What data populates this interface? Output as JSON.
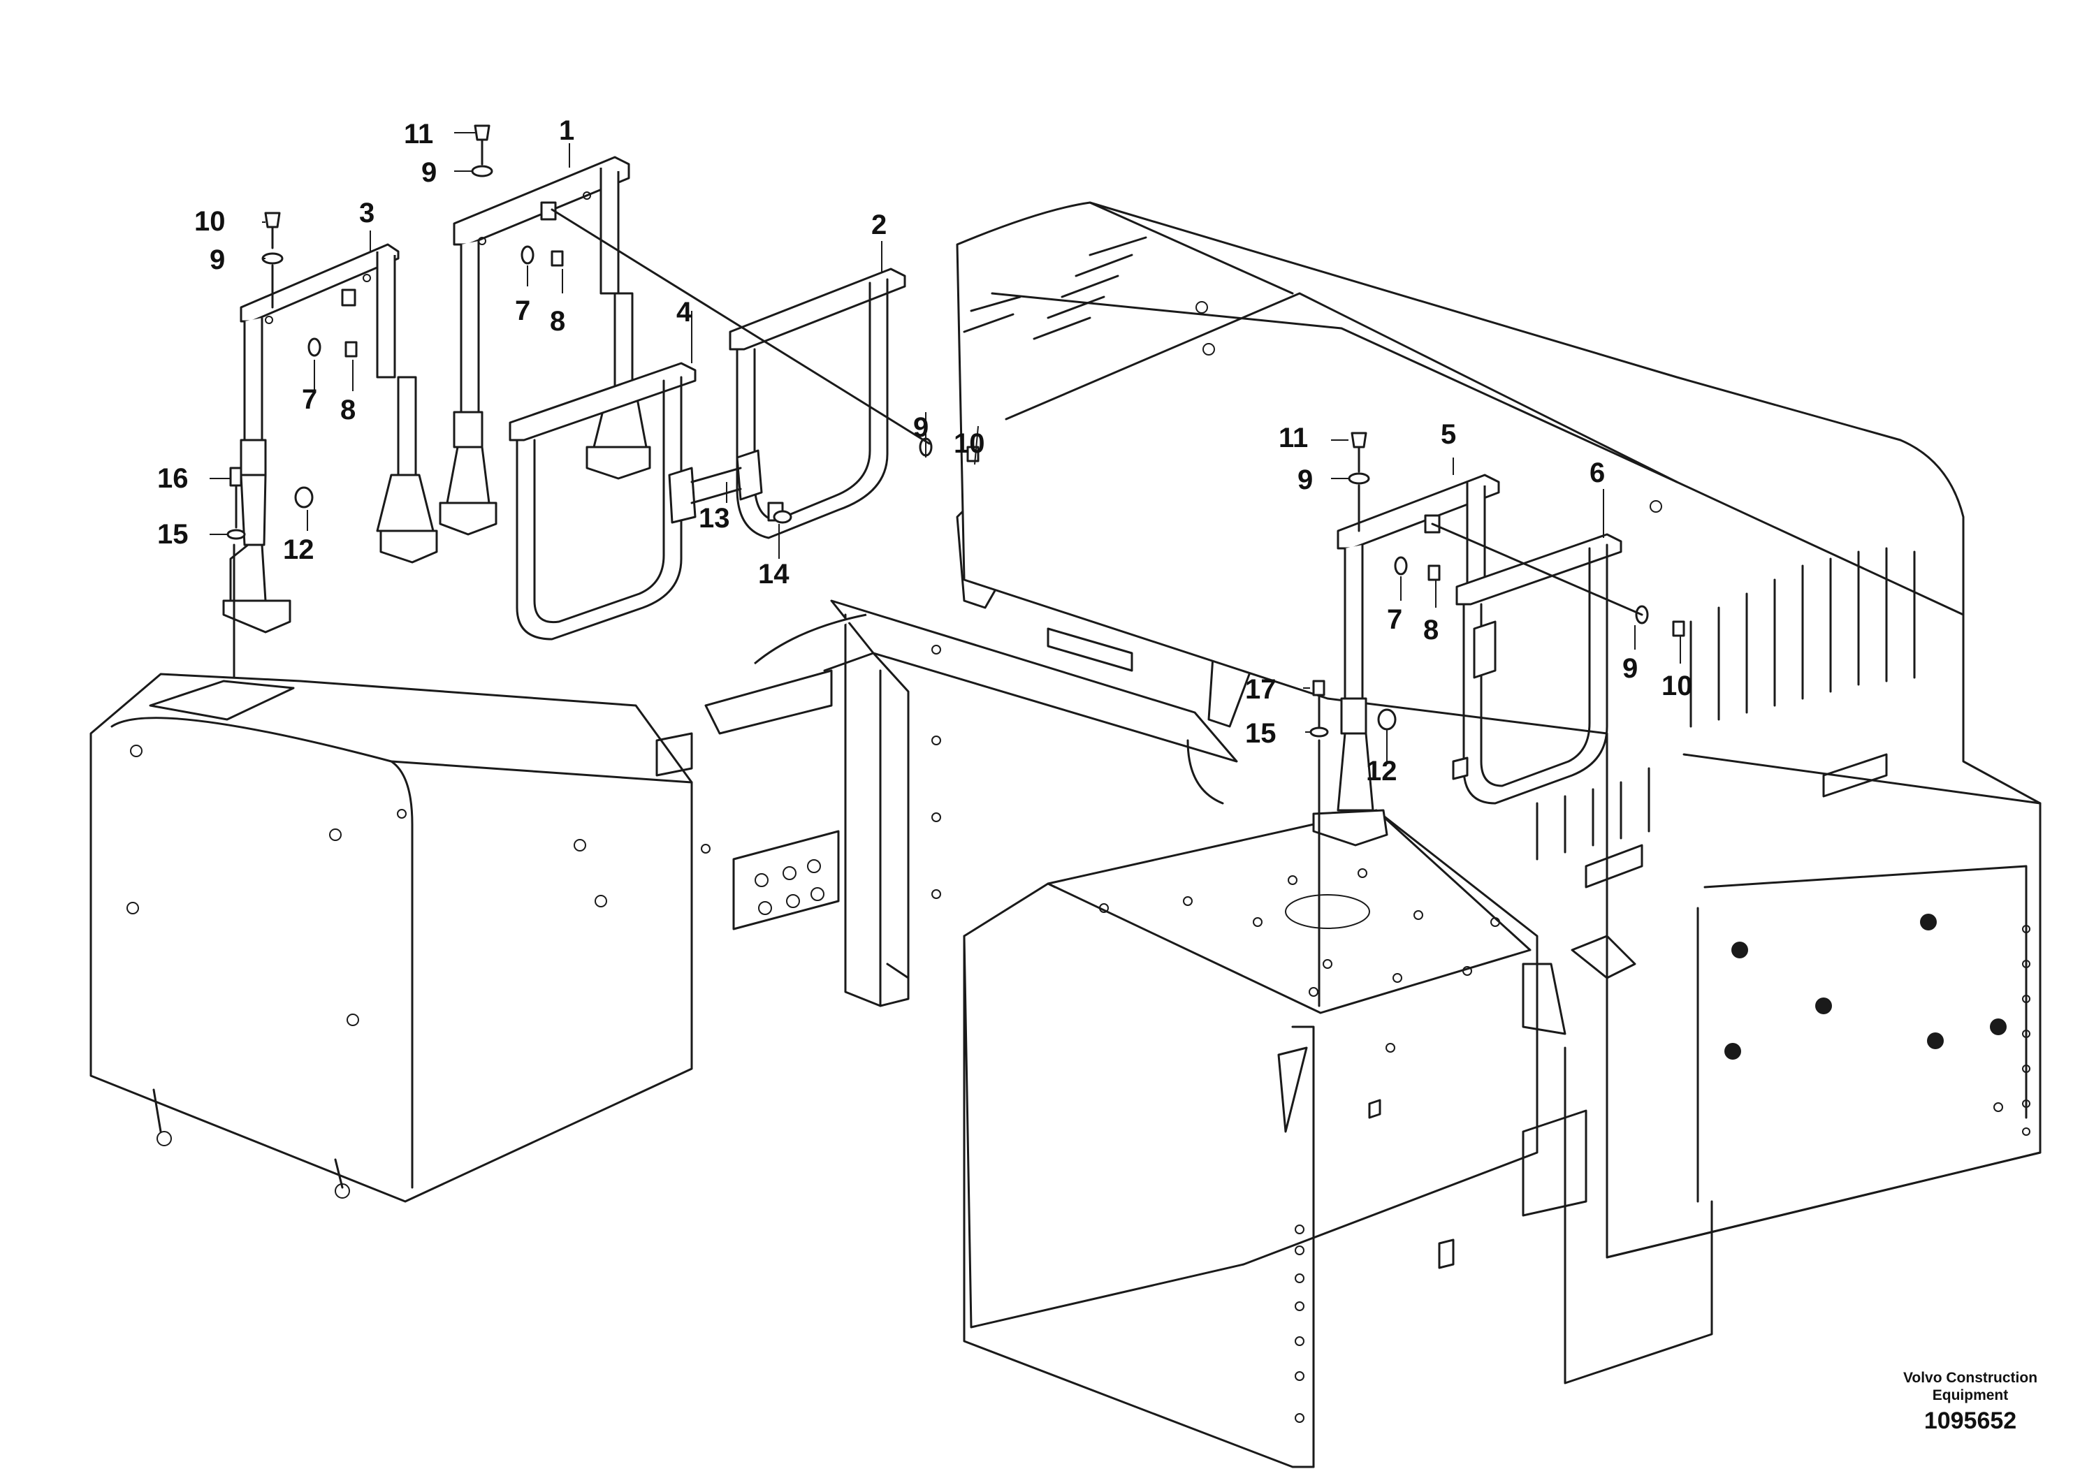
{
  "callouts": [
    {
      "id": "1",
      "label": "1"
    },
    {
      "id": "2",
      "label": "2"
    },
    {
      "id": "3",
      "label": "3"
    },
    {
      "id": "4",
      "label": "4"
    },
    {
      "id": "5",
      "label": "5"
    },
    {
      "id": "6",
      "label": "6"
    },
    {
      "id": "7",
      "label": "7"
    },
    {
      "id": "8",
      "label": "8"
    },
    {
      "id": "9",
      "label": "9"
    },
    {
      "id": "10",
      "label": "10"
    },
    {
      "id": "11",
      "label": "11"
    },
    {
      "id": "12",
      "label": "12"
    },
    {
      "id": "13",
      "label": "13"
    },
    {
      "id": "14",
      "label": "14"
    },
    {
      "id": "15",
      "label": "15"
    },
    {
      "id": "16",
      "label": "16"
    },
    {
      "id": "17",
      "label": "17"
    }
  ],
  "credit": {
    "maker_line1": "Volvo Construction",
    "maker_line2": "Equipment",
    "drawing_number": "1095652"
  }
}
